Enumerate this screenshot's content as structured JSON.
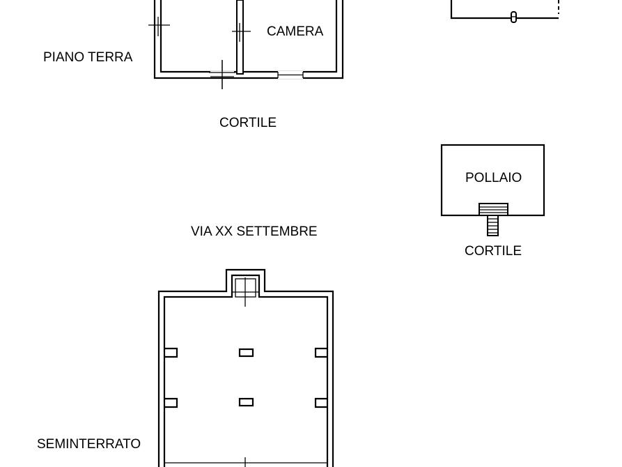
{
  "labels": {
    "piano_terra": "PIANO TERRA",
    "camera": "CAMERA",
    "cortile_top": "CORTILE",
    "pollaio": "POLLAIO",
    "cortile_right": "CORTILE",
    "via": "VIA XX SETTEMBRE",
    "seminterrato": "SEMINTERRATO"
  }
}
